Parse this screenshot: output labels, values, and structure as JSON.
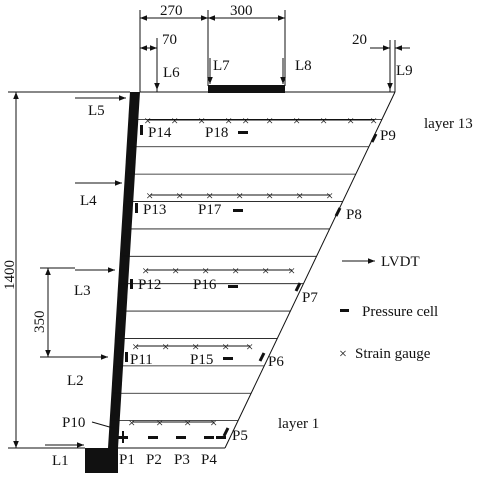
{
  "dimensions": {
    "top_270": "270",
    "top_300": "300",
    "top_70": "70",
    "top_20": "20",
    "left_1400": "1400",
    "left_350": "350"
  },
  "lvdt_labels": [
    "L1",
    "L2",
    "L3",
    "L4",
    "L5",
    "L6",
    "L7",
    "L8",
    "L9"
  ],
  "pressure_labels": [
    "P1",
    "P2",
    "P3",
    "P4",
    "P5",
    "P6",
    "P7",
    "P8",
    "P9",
    "P10",
    "P11",
    "P12",
    "P13",
    "P14",
    "P15",
    "P16",
    "P17",
    "P18"
  ],
  "layers": {
    "top": "layer 13",
    "bottom": "layer 1"
  },
  "legend": {
    "lvdt": "LVDT",
    "pressure_cell": "Pressure cell",
    "strain_gauge": "Strain gauge"
  }
}
